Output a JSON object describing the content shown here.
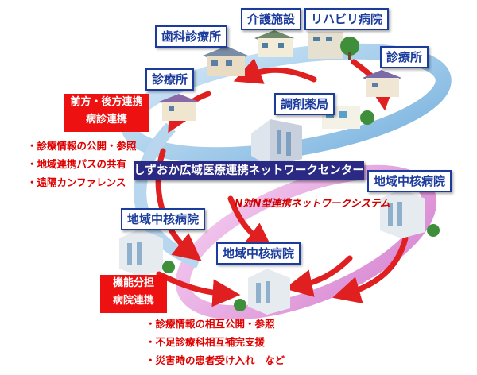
{
  "facilities": {
    "dental_clinic": "歯科診療所",
    "care_facility": "介護施設",
    "rehab_hospital": "リハビリ病院",
    "clinic_right": "診療所",
    "clinic_left": "診療所",
    "pharmacy": "調剤薬局",
    "core_hospital_right": "地域中核病院",
    "core_hospital_left": "地域中核病院",
    "core_hospital_bottom": "地域中核病院"
  },
  "center_label": "しずおか広域医療連携ネットワークセンター",
  "system_label": "N対N型連携ネットワークシステム",
  "upper_box": {
    "line1": "前方・後方連携",
    "line2": "病診連携"
  },
  "upper_bullets": [
    "・診療情報の公開・参照",
    "・地域連携パスの共有",
    "・遠隔カンファレンス"
  ],
  "lower_box": {
    "line1": "機能分担",
    "line2": "病院連携"
  },
  "lower_bullets": [
    "・診療情報の相互公開・参照",
    "・不足診療科相互補完支援",
    "・災害時の患者受け入れ　など"
  ],
  "colors": {
    "label_border": "#1b3c9c",
    "accent_red": "#ee1111",
    "center_bar": "#2a2a84",
    "ring_blue": "#9cc8e8",
    "ring_pink": "#e7a6e0"
  }
}
